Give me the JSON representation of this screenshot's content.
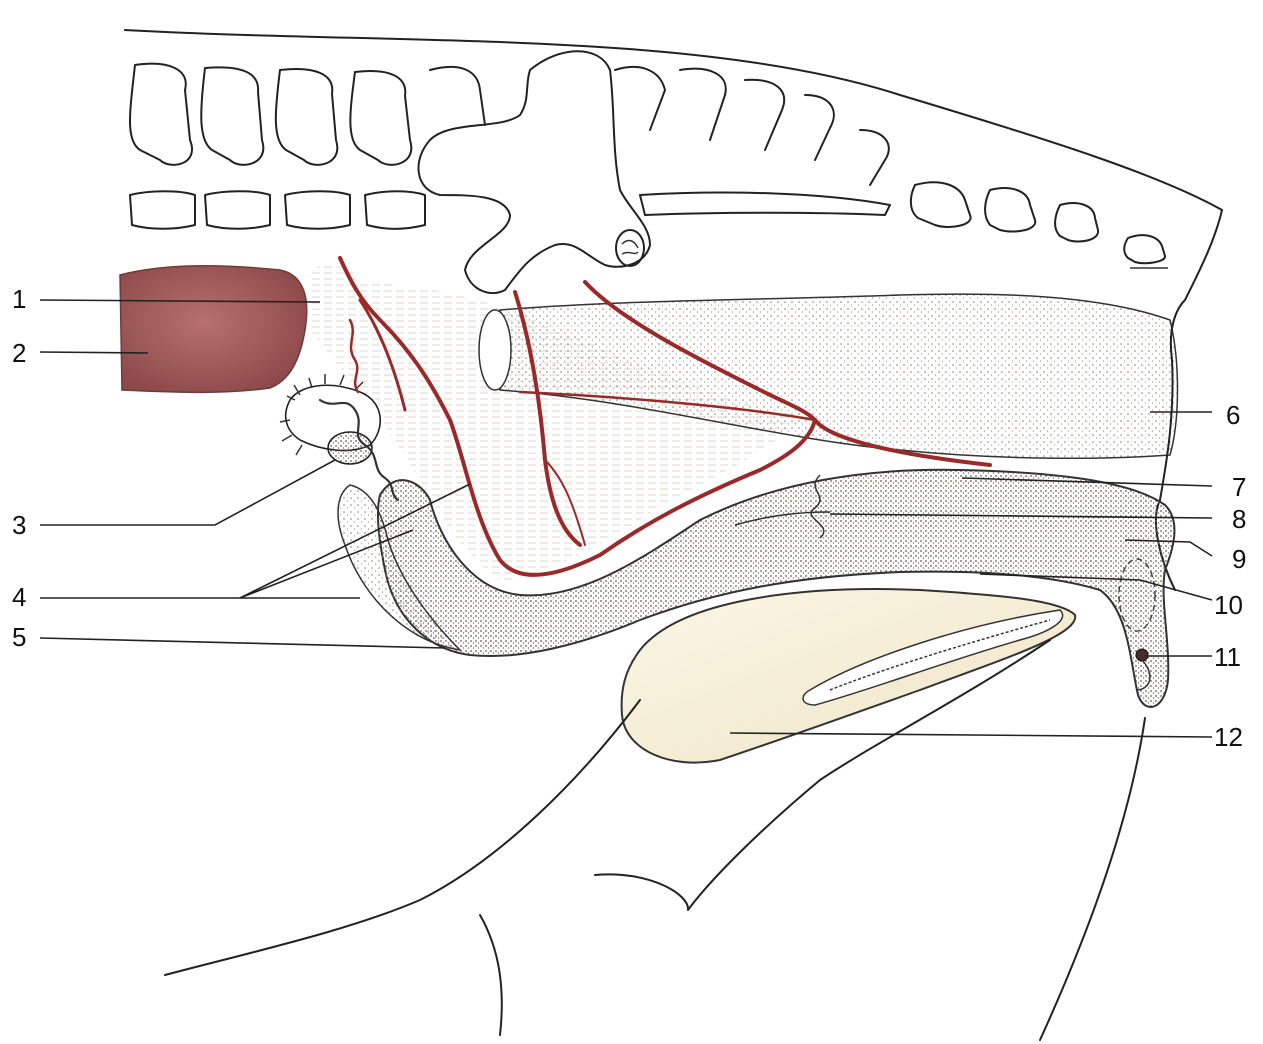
{
  "figure": {
    "labels": [
      "1",
      "2",
      "3",
      "4",
      "5",
      "6",
      "7",
      "8",
      "9",
      "10",
      "11",
      "12"
    ]
  },
  "colors": {
    "vessel": "#9a2a2a",
    "ovary_organ": "#a25a5a",
    "stipple": "#8a7a70",
    "outline": "#222222",
    "rumen": "#f3ecd8"
  }
}
